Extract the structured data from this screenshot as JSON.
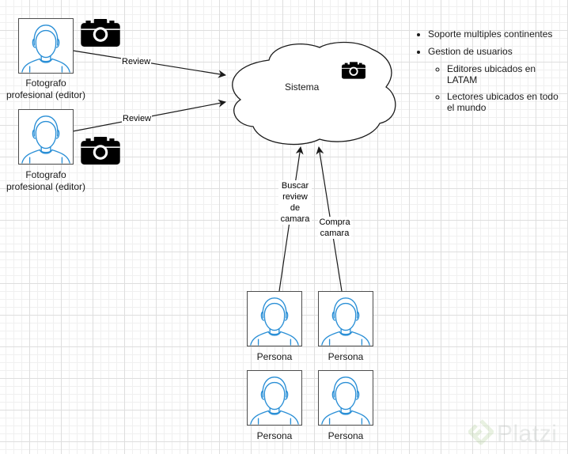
{
  "diagram": {
    "system": {
      "label": "Sistema",
      "icon": "camera-icon"
    },
    "editors": [
      {
        "label": "Fotografo\nprofesional (editor)",
        "icon": "user-avatar-icon",
        "accessory_icon": "camera-icon"
      },
      {
        "label": "Fotografo\nprofesional (editor)",
        "icon": "user-avatar-icon",
        "accessory_icon": "camera-icon"
      }
    ],
    "personas": [
      {
        "label": "Persona",
        "icon": "user-avatar-icon"
      },
      {
        "label": "Persona",
        "icon": "user-avatar-icon"
      },
      {
        "label": "Persona",
        "icon": "user-avatar-icon"
      },
      {
        "label": "Persona",
        "icon": "user-avatar-icon"
      }
    ],
    "edges": [
      {
        "from": "editor-1",
        "to": "Sistema",
        "label": "Review"
      },
      {
        "from": "editor-2",
        "to": "Sistema",
        "label": "Review"
      },
      {
        "from": "persona-1",
        "to": "Sistema",
        "label": "Buscar\nreview\nde\ncamara"
      },
      {
        "from": "persona-2",
        "to": "Sistema",
        "label": "Compra\ncamara"
      }
    ],
    "notes": {
      "items": [
        {
          "text": "Soporte multiples continentes"
        },
        {
          "text": "Gestion de usuarios",
          "subitems": [
            {
              "text": "Editores ubicados en LATAM"
            },
            {
              "text": "Lectores ubicados en todo el mundo"
            }
          ]
        }
      ]
    },
    "colors": {
      "avatar_stroke": "#2a8fd6",
      "box_border": "#4d4d4d",
      "edge": "#1a1a1a",
      "camera": "#000000",
      "grid": "#dedede"
    }
  },
  "watermark": {
    "text": "Platzi"
  }
}
